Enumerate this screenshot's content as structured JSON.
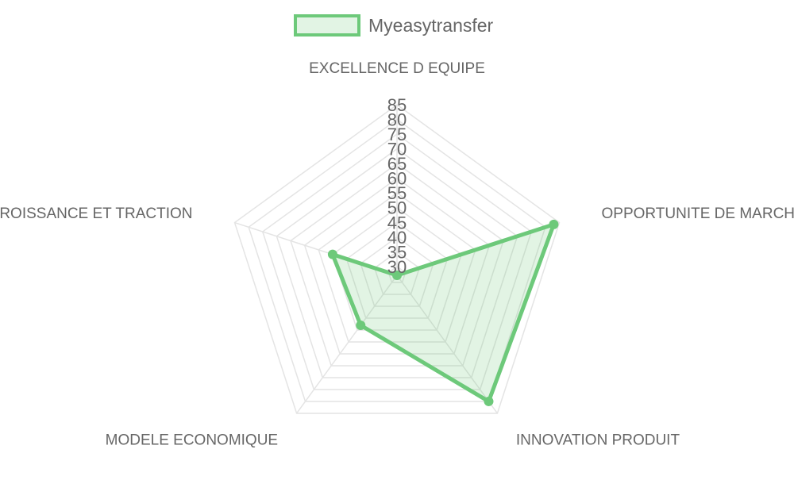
{
  "chart_data": {
    "type": "radar",
    "legend": {
      "position": "top",
      "label": "Myeasytransfer"
    },
    "axes": [
      "EXCELLENCE D EQUIPE",
      "OPPORTUNITE DE MARCHE",
      "INNOVATION PRODUIT",
      "MODELE ECONOMIQUE",
      "CROISSANCE ET TRACTION"
    ],
    "r_min": 27,
    "r_max": 85,
    "tick_values": [
      30,
      35,
      40,
      45,
      50,
      55,
      60,
      65,
      70,
      75,
      80,
      85
    ],
    "grid": true,
    "series": [
      {
        "name": "Myeasytransfer",
        "values": [
          27,
          83,
          80,
          48,
          50
        ],
        "color": "#6dc97a",
        "fill": "rgba(109,201,122,0.2)"
      }
    ]
  }
}
